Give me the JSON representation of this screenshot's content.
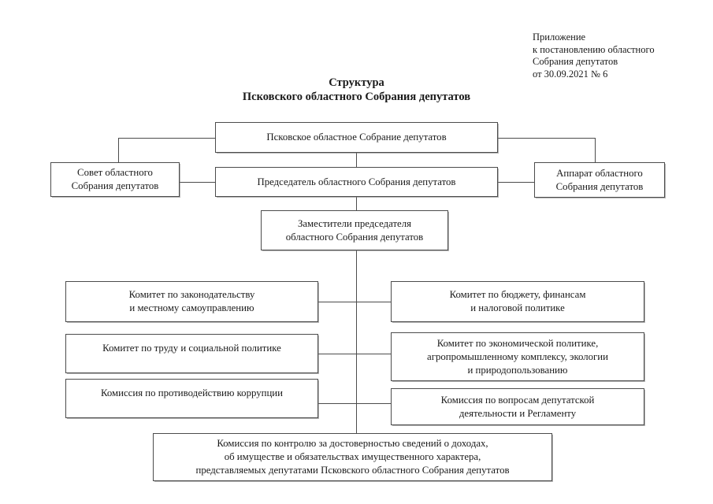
{
  "document": {
    "header_note": [
      "Приложение",
      "к постановлению областного",
      "Собрания депутатов",
      "от 30.09.2021 № 6"
    ],
    "title_line1": "Структура",
    "title_line2": "Псковского областного Собрания депутатов"
  },
  "nodes": {
    "assembly": {
      "lines": [
        "Псковское областное Собрание депутатов"
      ]
    },
    "council": {
      "lines": [
        "Совет областного",
        "Собрания депутатов"
      ]
    },
    "chairman": {
      "lines": [
        "Председатель областного Собрания депутатов"
      ]
    },
    "apparatus": {
      "lines": [
        "Аппарат областного",
        "Собрания депутатов"
      ]
    },
    "deputies": {
      "lines": [
        "Заместители председателя",
        "областного Собрания депутатов"
      ]
    },
    "committee_legislation": {
      "lines": [
        "Комитет по законодательству",
        "и местному самоуправлению"
      ]
    },
    "committee_budget": {
      "lines": [
        "Комитет по бюджету, финансам",
        "и налоговой политике"
      ]
    },
    "committee_labour": {
      "lines": [
        "Комитет по труду и социальной политике"
      ]
    },
    "committee_economy": {
      "lines": [
        "Комитет по экономической политике,",
        "агропромышленному комплексу, экологии",
        "и природопользованию"
      ]
    },
    "commission_corruption": {
      "lines": [
        "Комиссия по противодействию коррупции"
      ]
    },
    "commission_regulations": {
      "lines": [
        "Комиссия по вопросам депутатской",
        "деятельности и Регламенту"
      ]
    },
    "commission_income": {
      "lines": [
        "Комиссия по контролю за достоверностью сведений о доходах,",
        "об имуществе и обязательствах имущественного характера,",
        "представляемых депутатами Псковского областного Собрания депутатов"
      ]
    }
  },
  "colors": {
    "border": "#4c4c4c",
    "background": "#ffffff",
    "text": "#1a1a1a"
  }
}
